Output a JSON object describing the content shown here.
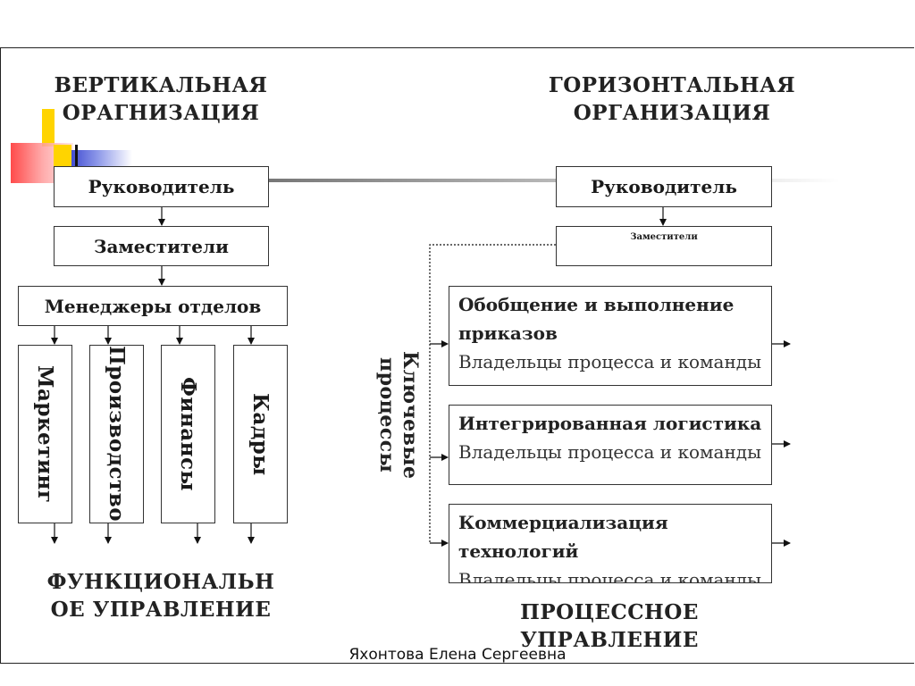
{
  "left": {
    "title": "ВЕРТИКАЛЬНАЯ ОРАГНИЗАЦИЯ",
    "head": "Руководитель",
    "deputies": "Заместители",
    "managers": "Менеджеры отделов",
    "departments": [
      "Маркетинг",
      "Производство",
      "Финансы",
      "Кадры"
    ],
    "bottom": "ФУНКЦИОНАЛЬНОЕ УПРАВЛЕНИЕ"
  },
  "right": {
    "title": "ГОРИЗОНТАЛЬНАЯ ОРГАНИЗАЦИЯ",
    "head": "Руководитель",
    "deputies": "Заместители",
    "key_label": "Ключевые процессы",
    "processes": [
      {
        "title": "Обобщение и выполнение приказов",
        "subtitle": "Владельцы процесса и команды"
      },
      {
        "title": "Интегрированная логистика",
        "subtitle": "Владельцы процесса и команды"
      },
      {
        "title": "Коммерциализация технологий",
        "subtitle": "Владельцы процесса и команды"
      }
    ],
    "bottom": "ПРОЦЕССНОЕ УПРАВЛЕНИЕ"
  },
  "footer": "Яхонтова Елена Сергеевна",
  "colors": {
    "accent_red": "#ff3b3b",
    "accent_yellow": "#ffd400",
    "accent_blue": "#2f3cc8"
  }
}
